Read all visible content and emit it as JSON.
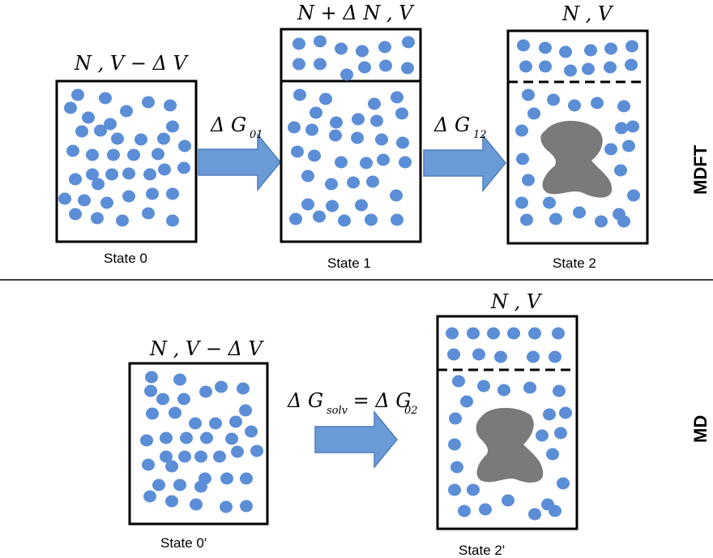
{
  "mdft": {
    "side_label": "MDFT",
    "states": [
      {
        "name": "State 0",
        "label": "N , V − Δ V"
      },
      {
        "name": "State 1",
        "label": "N + Δ N , V"
      },
      {
        "name": "State 2",
        "label": "N , V"
      }
    ],
    "arrows": [
      {
        "label": "Δ G",
        "sub": "01"
      },
      {
        "label": "Δ G",
        "sub": "12"
      }
    ]
  },
  "md": {
    "side_label": "MD",
    "states": [
      {
        "name": "State 0'",
        "label": "N , V − Δ V"
      },
      {
        "name": "State 2'",
        "label": "N , V"
      }
    ],
    "arrow": {
      "label_a": "Δ G",
      "sub_a": "solv",
      "eq": " = Δ G",
      "sub_b": "02"
    }
  },
  "colors": {
    "molecule": "#5b8ed6",
    "solute": "#7a7a7a",
    "arrow": "#6a9bd6"
  }
}
